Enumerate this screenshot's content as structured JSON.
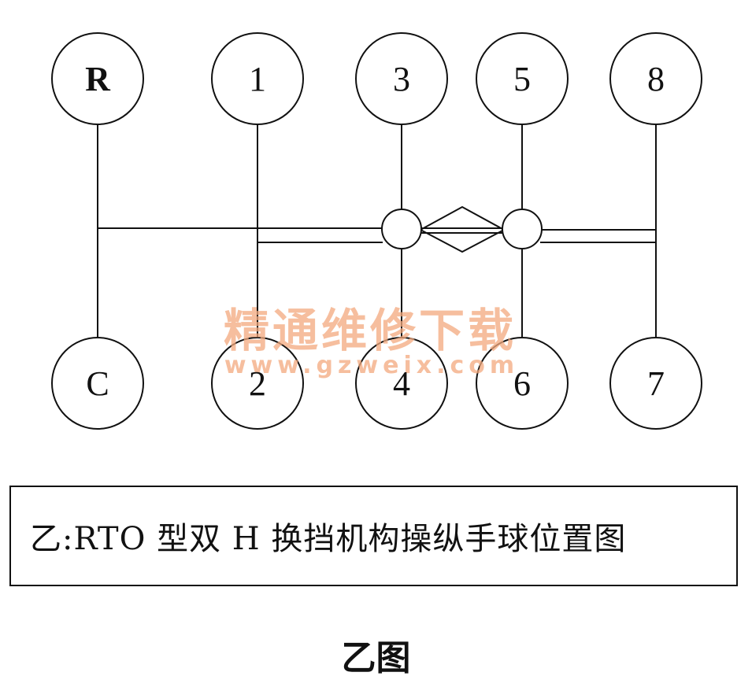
{
  "diagram": {
    "top_row": [
      "R",
      "1",
      "3",
      "5",
      "8"
    ],
    "bottom_row": [
      "C",
      "2",
      "4",
      "6",
      "7"
    ]
  },
  "watermark": {
    "chinese": "精通维修下载",
    "url": "www.gzweix.com"
  },
  "caption": "乙:RTO 型双 H 换挡机构操纵手球位置图",
  "figure_title": "乙图"
}
